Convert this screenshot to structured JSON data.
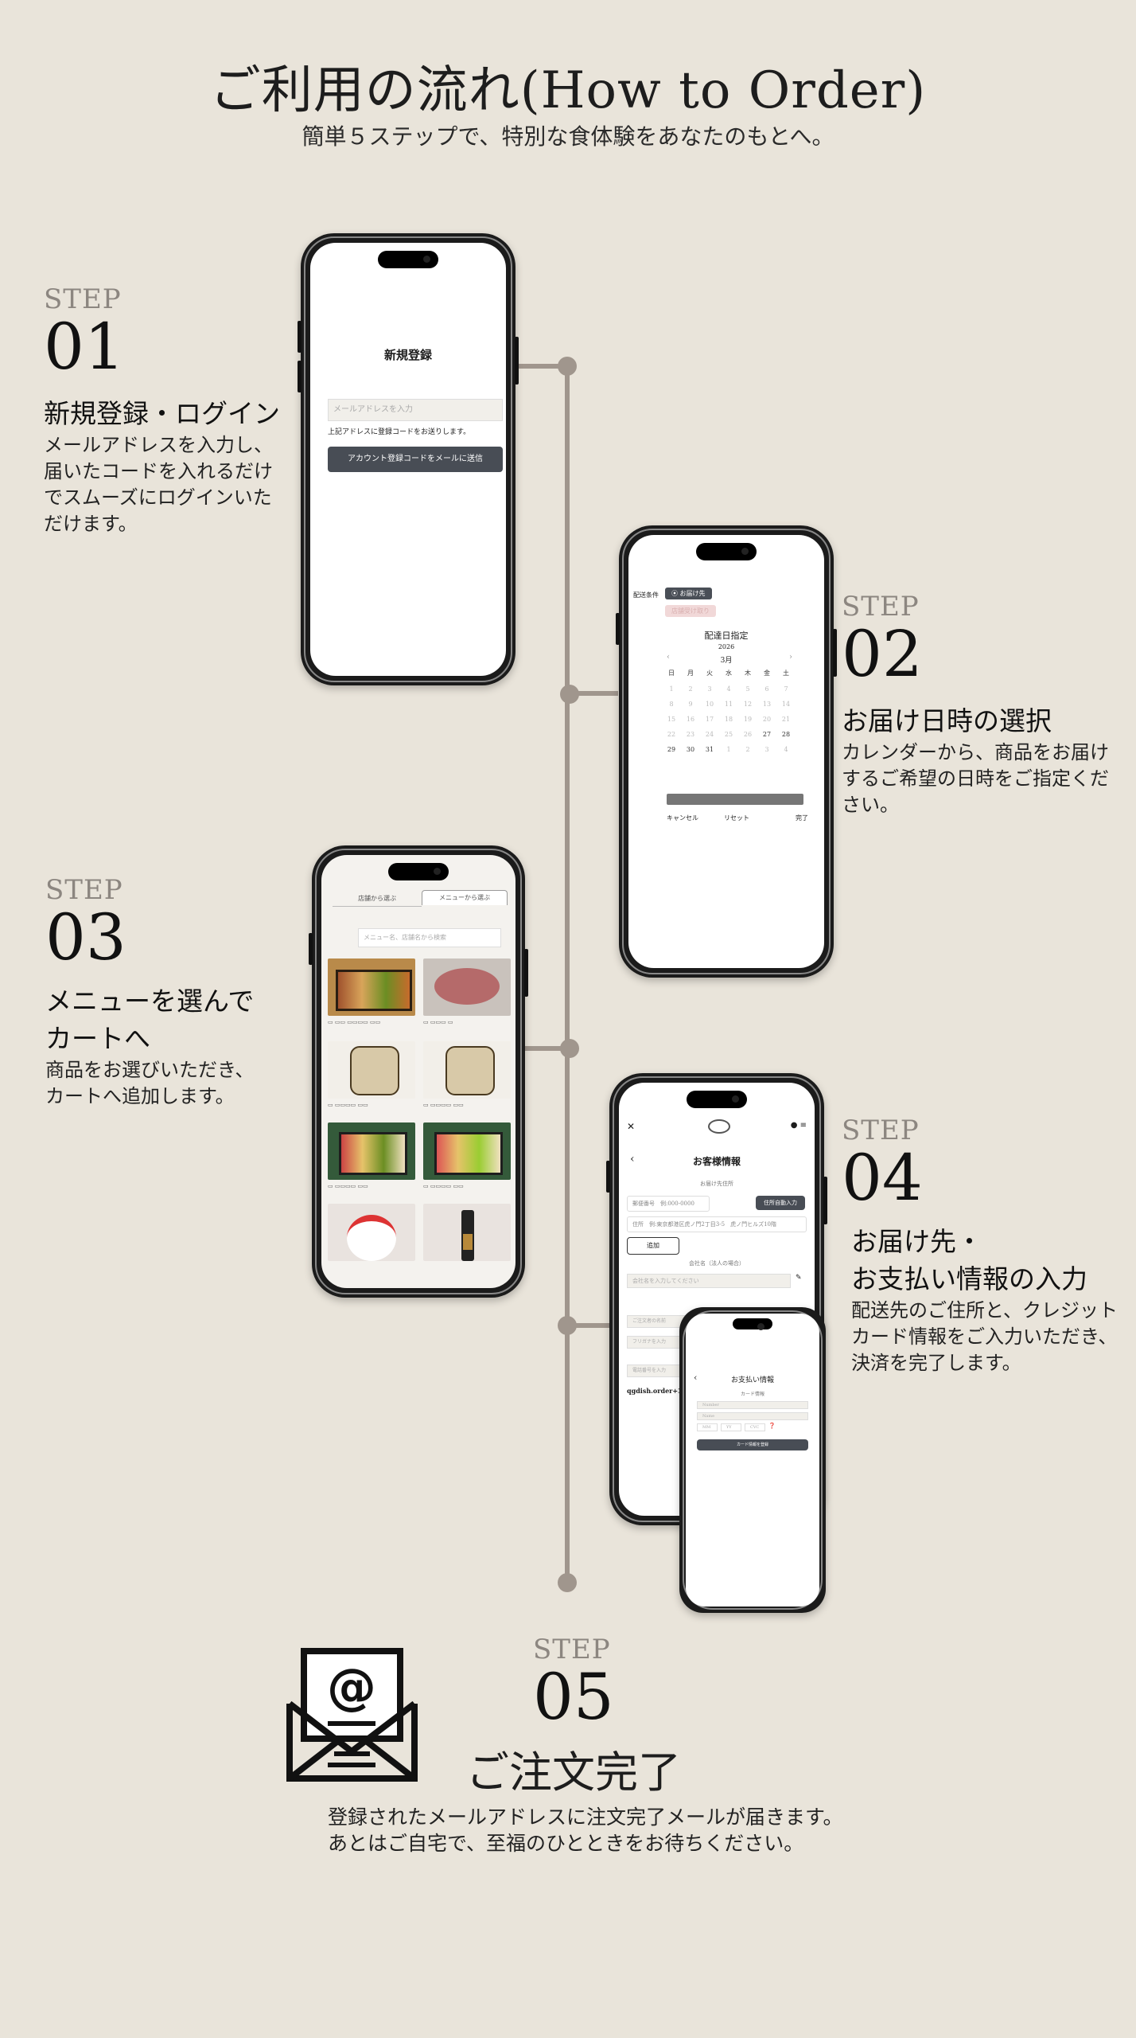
{
  "page": {
    "title": "ご利用の流れ(How to Order)",
    "subtitle": "簡単５ステップで、特別な食体験をあなたのもとへ。"
  },
  "steps": [
    {
      "word": "STEP",
      "num": "01",
      "heading": "新規登録・ログイン",
      "desc_lines": [
        "メールアドレスを入力し、",
        "届いたコードを入れるだけ",
        "でスムーズにログインいた",
        "だけます。"
      ]
    },
    {
      "word": "STEP",
      "num": "02",
      "heading": "お届け日時の選択",
      "desc_lines": [
        "カレンダーから、商品をお届け",
        "するご希望の日時をご指定くだ",
        "さい。"
      ]
    },
    {
      "word": "STEP",
      "num": "03",
      "heading_lines": [
        "メニューを選んで",
        "カートへ"
      ],
      "desc_lines": [
        "商品をお選びいただき、",
        "カートへ追加します。"
      ]
    },
    {
      "word": "STEP",
      "num": "04",
      "heading_lines": [
        "お届け先・",
        "お支払い情報の入力"
      ],
      "desc_lines": [
        "配送先のご住所と、クレジット",
        "カード情報をご入力いただき、",
        "決済を完了します。"
      ]
    },
    {
      "word": "STEP",
      "num": "05",
      "heading": "ご注文完了",
      "desc_lines": [
        "登録されたメールアドレスに注文完了メールが届きます。",
        "あとはご自宅で、至福のひとときをお待ちください。"
      ]
    }
  ],
  "phone1": {
    "title": "新規登録",
    "email_placeholder": "メールアドレスを入力",
    "note": "上記アドレスに登録コードをお送りします。",
    "send_button": "アカウント登録コードをメールに送信"
  },
  "phone2": {
    "label_conditions": "配送条件",
    "chip_delivery": "お届け先",
    "chip_pickup": "店舗受け取り",
    "cal_title": "配達日指定",
    "year": "2026",
    "month": "3月",
    "weekdays": [
      "日",
      "月",
      "火",
      "水",
      "木",
      "金",
      "土"
    ],
    "days": [
      "1",
      "2",
      "3",
      "4",
      "5",
      "6",
      "7",
      "8",
      "9",
      "10",
      "11",
      "12",
      "13",
      "14",
      "15",
      "16",
      "17",
      "18",
      "19",
      "20",
      "21",
      "22",
      "23",
      "24",
      "25",
      "26",
      "27",
      "28",
      "29",
      "30",
      "31",
      "1",
      "2",
      "3",
      "4"
    ],
    "cancel": "キャンセル",
    "reset": "リセット",
    "done": "完了"
  },
  "phone3": {
    "tab_store": "店舗から選ぶ",
    "tab_menu": "メニューから選ぶ",
    "search_placeholder": "メニュー名、店舗名から検索",
    "colors": {
      "bento": "#b98a4a",
      "meat": "#c9c2bc",
      "hexa": "#d8c9a8",
      "green": "#345a3a",
      "cake": "#e9e3df",
      "bottle": "#d9d3cb"
    }
  },
  "phone4": {
    "title": "お客様情報",
    "section": "お届け先住所",
    "postal_placeholder": "郵便番号　例:000-0000",
    "auto_button": "住所自動入力",
    "address_placeholder": "住所　例:東京都港区虎ノ門2丁目3-5　虎ノ門ヒルズ10階",
    "add_button": "追加",
    "company_label": "会社名（法人の場合）",
    "company_placeholder": "会社名を入力してください",
    "field_a": "ご注文者の名前",
    "field_b": "フリガナを入力",
    "field_c": "電話番号を入力",
    "email_text": "qgdish.order+3"
  },
  "phone5": {
    "title": "お支払い情報",
    "section": "カード情報",
    "number_placeholder": "Number",
    "name_placeholder": "Name",
    "mm": "MM",
    "yy": "YY",
    "cvc": "CVC",
    "register_button": "カード情報を登録"
  }
}
